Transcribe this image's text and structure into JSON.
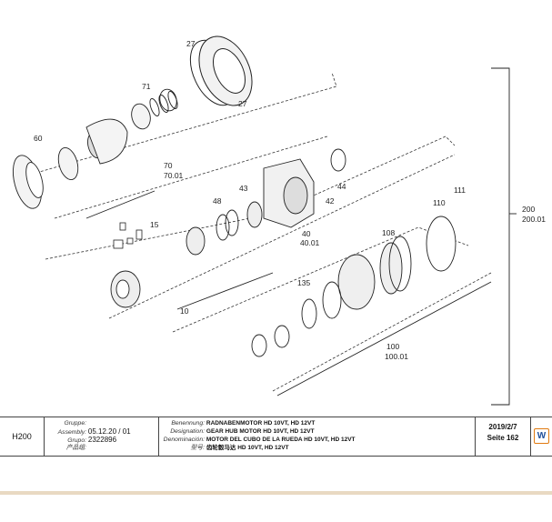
{
  "callouts": [
    "27",
    "27",
    "71",
    "60",
    "70",
    "70.01",
    "15",
    "48",
    "43",
    "44",
    "42",
    "40",
    "40.01",
    "10",
    "110",
    "111",
    "108",
    "135",
    "100",
    "100.01",
    "200",
    "200.01"
  ],
  "titleblock": {
    "section": "H200",
    "gruppe_label": "Gruppe:",
    "assembly_label": "Assembly:",
    "grupo_label": "Grupo:",
    "cn_group_label": "产品组:",
    "assembly_value": "05.12.20 / 01",
    "grupo_value": "2322896",
    "benennung_label": "Benennung:",
    "designation_label": "Designation:",
    "denominacion_label": "Denominación:",
    "cn_model_label": "型号:",
    "desc_de": "RADNABENMOTOR HD 10VT, HD 12VT",
    "desc_en": "GEAR HUB MOTOR HD 10VT, HD 12VT",
    "desc_es": "MOTOR DEL CUBO DE LA RUEDA HD 10VT, HD 12VT",
    "desc_cn": "齿轮毂马达 HD 10VT, HD 12VT",
    "date": "2019/2/7",
    "page": "Seite 162",
    "logo_letter": "W"
  }
}
